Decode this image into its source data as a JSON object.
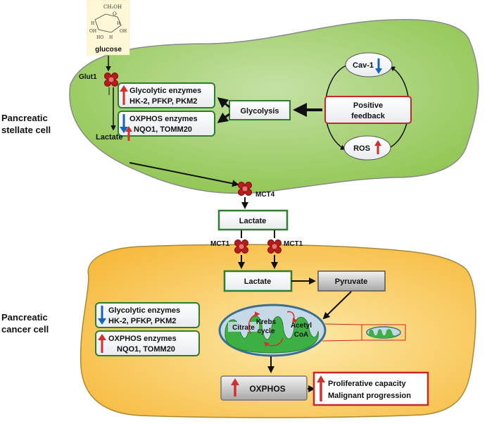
{
  "glucose": {
    "label": "glucose",
    "formula": {
      "ch2oh": "CH₂OH",
      "h": "H",
      "oh": "OH",
      "ho": "HO",
      "o": "O"
    }
  },
  "stellate_cell": {
    "label_line1": "Pancreatic",
    "label_line2": "stellate cell",
    "glut1": "Glut1",
    "glycolytic_box": {
      "line1": "Glycolytic enzymes",
      "line2": "HK-2, PFKP, PKM2",
      "trend": "up"
    },
    "oxphos_box": {
      "line1": "OXPHOS enzymes",
      "line2": "NQO1, TOMM20",
      "trend": "down"
    },
    "glycolysis": "Glycolysis",
    "lactate": "Lactate",
    "lactate_trend": "up",
    "cav1": {
      "label": "Cav-1",
      "trend": "down"
    },
    "positive_feedback": {
      "line1": "Positive",
      "line2": "feedback"
    },
    "ros": {
      "label": "ROS",
      "trend": "up"
    },
    "mct4": "MCT4"
  },
  "extracellular": {
    "lactate": "Lactate"
  },
  "cancer_cell": {
    "label_line1": "Pancreatic",
    "label_line2": "cancer cell",
    "mct1_left": "MCT1",
    "mct1_right": "MCT1",
    "lactate": "Lactate",
    "pyruvate": "Pyruvate",
    "glycolytic_box": {
      "line1": "Glycolytic enzymes",
      "line2": "HK-2, PFKP, PKM2",
      "trend": "down"
    },
    "oxphos_box": {
      "line1": "OXPHOS enzymes",
      "line2": "NQO1, TOMM20",
      "trend": "up"
    },
    "mito": {
      "citrate": "Citrate",
      "krebs_line1": "Krebs",
      "krebs_line2": "cycle",
      "acetyl_line1": "Acetyl",
      "acetyl_line2": "CoA"
    },
    "oxphos": {
      "label": "OXPHOS",
      "trend": "up"
    },
    "outcome": {
      "line1": "Proliferative capacity",
      "line2": "Malignant progression",
      "trend": "up"
    }
  },
  "colors": {
    "stellate_fill": "#9ccc65",
    "cancer_fill": "#f9c74f",
    "box_border_green": "#2e7d32",
    "feedback_border": "#c62828",
    "up_arrow": "#d32f2f",
    "down_arrow": "#1565c0",
    "transporter": "#b71c1c"
  }
}
